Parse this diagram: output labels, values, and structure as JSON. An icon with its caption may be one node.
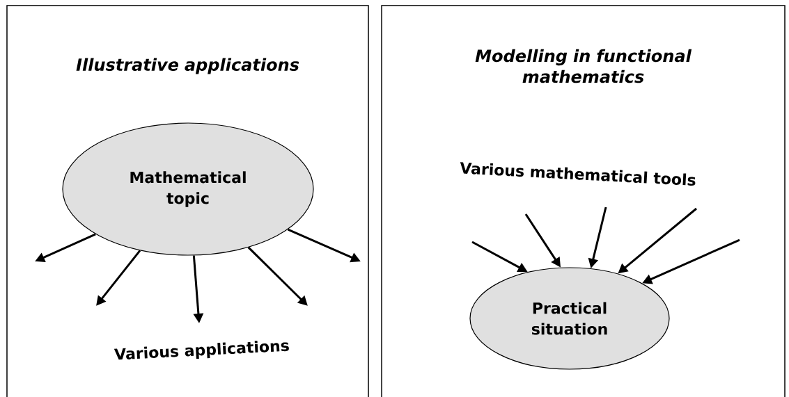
{
  "diagram": {
    "nodes": [
      {
        "text": [
          "Illustrative applications"
        ]
      },
      {
        "text": [
          "Mathematical topic"
        ],
        "in": 0
      },
      {
        "text": [
          "Modelling in functional mathematics"
        ]
      },
      {
        "text": [
          "Practical situation"
        ],
        "in": 2
      }
    ],
    "edges": [
      {
        "from": 1,
        "to": null,
        "arrow": "to"
      },
      {
        "from": 1,
        "to": null,
        "arrow": "to"
      },
      {
        "from": 1,
        "to": null,
        "arrow": "to"
      },
      {
        "from": 1,
        "to": null,
        "arrow": "to"
      },
      {
        "from": 1,
        "to": null,
        "arrow": "to"
      },
      {
        "from": null,
        "to": 3,
        "arrow": "to"
      },
      {
        "from": null,
        "to": 3,
        "arrow": "to"
      },
      {
        "from": null,
        "to": 3,
        "arrow": "to"
      },
      {
        "from": null,
        "to": 3,
        "arrow": "to"
      },
      {
        "from": null,
        "to": 3,
        "arrow": "to"
      }
    ],
    "labels": [
      "Various applications",
      "Various mathematical tools"
    ]
  }
}
